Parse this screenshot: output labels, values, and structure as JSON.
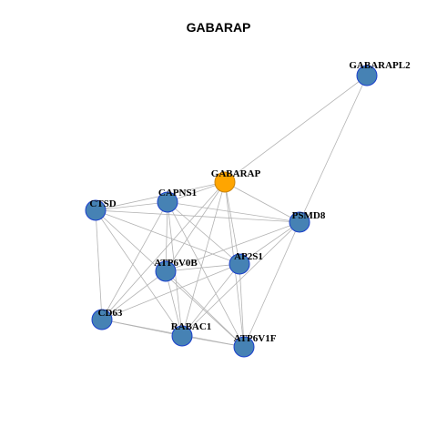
{
  "title": "GABARAP",
  "colors": {
    "edge": "#b3b3b3",
    "node_fill": "#4682b4",
    "node_stroke": "#1a3fcc",
    "center_fill": "#ffa500",
    "center_stroke": "#c8820a"
  },
  "nodes": [
    {
      "id": "GABARAP",
      "label": "GABARAP",
      "center": true
    },
    {
      "id": "GABARAPL2",
      "label": "GABARAPL2"
    },
    {
      "id": "CTSD",
      "label": "CTSD"
    },
    {
      "id": "CAPNS1",
      "label": "CAPNS1"
    },
    {
      "id": "PSMD8",
      "label": "PSMD8"
    },
    {
      "id": "AP2S1",
      "label": "AP2S1"
    },
    {
      "id": "ATP6V0B",
      "label": "ATP6V0B"
    },
    {
      "id": "CD63",
      "label": "CD63"
    },
    {
      "id": "RABAC1",
      "label": "RABAC1"
    },
    {
      "id": "ATP6V1F",
      "label": "ATP6V1F"
    }
  ],
  "edges": [
    [
      "GABARAP",
      "GABARAPL2"
    ],
    [
      "GABARAPL2",
      "PSMD8"
    ],
    [
      "GABARAP",
      "CTSD"
    ],
    [
      "GABARAP",
      "CAPNS1"
    ],
    [
      "GABARAP",
      "PSMD8"
    ],
    [
      "GABARAP",
      "AP2S1"
    ],
    [
      "GABARAP",
      "ATP6V0B"
    ],
    [
      "GABARAP",
      "RABAC1"
    ],
    [
      "GABARAP",
      "ATP6V1F"
    ],
    [
      "GABARAP",
      "CD63"
    ],
    [
      "CTSD",
      "CAPNS1"
    ],
    [
      "CTSD",
      "PSMD8"
    ],
    [
      "CTSD",
      "AP2S1"
    ],
    [
      "CTSD",
      "CD63"
    ],
    [
      "CTSD",
      "RABAC1"
    ],
    [
      "CTSD",
      "ATP6V1F"
    ],
    [
      "CAPNS1",
      "PSMD8"
    ],
    [
      "CAPNS1",
      "AP2S1"
    ],
    [
      "CAPNS1",
      "ATP6V0B"
    ],
    [
      "CAPNS1",
      "CD63"
    ],
    [
      "CAPNS1",
      "RABAC1"
    ],
    [
      "CAPNS1",
      "ATP6V1F"
    ],
    [
      "PSMD8",
      "AP2S1"
    ],
    [
      "PSMD8",
      "ATP6V0B"
    ],
    [
      "PSMD8",
      "RABAC1"
    ],
    [
      "PSMD8",
      "ATP6V1F"
    ],
    [
      "AP2S1",
      "ATP6V0B"
    ],
    [
      "AP2S1",
      "CD63"
    ],
    [
      "AP2S1",
      "RABAC1"
    ],
    [
      "AP2S1",
      "ATP6V1F"
    ],
    [
      "ATP6V0B",
      "CD63"
    ],
    [
      "ATP6V0B",
      "RABAC1"
    ],
    [
      "ATP6V0B",
      "ATP6V1F"
    ],
    [
      "CD63",
      "RABAC1"
    ],
    [
      "CD63",
      "ATP6V1F"
    ],
    [
      "RABAC1",
      "ATP6V1F"
    ]
  ]
}
